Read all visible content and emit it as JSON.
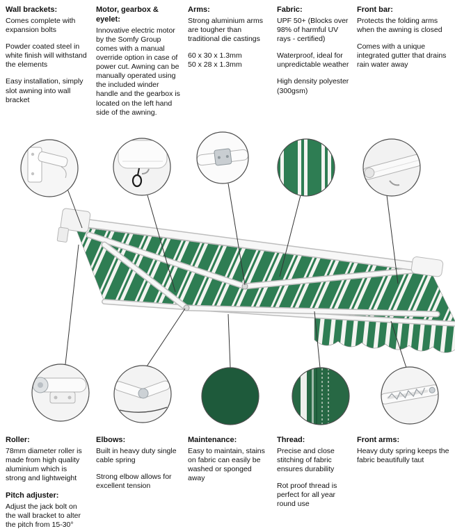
{
  "top_features": [
    {
      "blocks": [
        {
          "title": "Wall brackets:",
          "paragraphs": [
            "Comes complete with expansion bolts",
            "Powder coated steel in white finish will withstand the elements",
            "Easy installation, simply slot awning into wall bracket"
          ]
        }
      ]
    },
    {
      "blocks": [
        {
          "title": "Motor, gearbox & eyelet:",
          "paragraphs": [
            "Innovative electric motor by the Somfy Group comes with a manual override option in case of power cut. Awning can be manually operated using the included winder handle and the gearbox is located on the left hand side of the awning."
          ]
        }
      ]
    },
    {
      "blocks": [
        {
          "title": "Arms:",
          "paragraphs": [
            "Strong aluminium arms are tougher than traditional die castings",
            "60 x 30 x 1.3mm\n50 x 28 x 1.3mm"
          ]
        }
      ]
    },
    {
      "blocks": [
        {
          "title": "Fabric:",
          "paragraphs": [
            "UPF 50+ (Blocks over 98% of harmful UV rays - certified)",
            "Waterproof, ideal for unpredictable weather",
            "High density polyester (300gsm)"
          ]
        }
      ]
    },
    {
      "blocks": [
        {
          "title": "Front bar:",
          "paragraphs": [
            "Protects the folding arms when the awning is closed",
            "Comes with a unique integrated gutter that drains rain water away"
          ]
        }
      ]
    }
  ],
  "bottom_features": [
    {
      "blocks": [
        {
          "title": "Roller:",
          "paragraphs": [
            "78mm diameter roller is made from high quality aluminium which is strong and lightweight"
          ]
        },
        {
          "title": "Pitch adjuster:",
          "paragraphs": [
            "Adjust the jack bolt on the wall bracket to alter the pitch from 15-30°"
          ]
        }
      ]
    },
    {
      "blocks": [
        {
          "title": "Elbows:",
          "paragraphs": [
            "Built in heavy duty single cable spring",
            "Strong elbow allows for excellent tension"
          ]
        }
      ]
    },
    {
      "blocks": [
        {
          "title": "Maintenance:",
          "paragraphs": [
            "Easy to maintain, stains on fabric can easily be washed or sponged away"
          ]
        }
      ]
    },
    {
      "blocks": [
        {
          "title": "Thread:",
          "paragraphs": [
            "Precise and close stitching of fabric ensures durability",
            "Rot proof thread is perfect for all year round use"
          ]
        }
      ]
    },
    {
      "blocks": [
        {
          "title": "Front arms:",
          "paragraphs": [
            "Heavy duty spring keeps the fabric beautifully taut"
          ]
        }
      ]
    }
  ],
  "diagram": {
    "callouts": [
      "wall-bracket-detail",
      "motor-eyelet-detail",
      "arm-joint-detail",
      "fabric-stripes-detail",
      "front-bar-detail",
      "roller-detail",
      "elbow-detail",
      "maintenance-fabric-detail",
      "thread-stitching-detail",
      "front-arm-detail"
    ],
    "colors": {
      "stripe_green": "#2e7d53",
      "stripe_white": "#f4f4f1",
      "maintenance_green": "#1e5a3b",
      "thread_green": "#276844",
      "callout_border": "#4d4d4d",
      "connector_line": "#333333",
      "frame_white": "#f7f7f7",
      "frame_shadow": "#bdbdbd"
    }
  }
}
